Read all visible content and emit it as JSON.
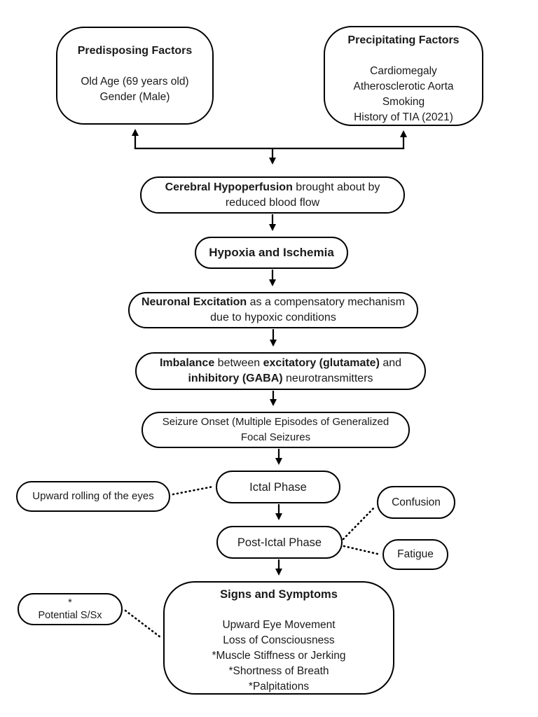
{
  "colors": {
    "background": "#ffffff",
    "line": "#000000",
    "text": "#1a1a1a"
  },
  "nodes": {
    "predisposing": {
      "title": "Predisposing Factors",
      "lines": [
        "Old Age (69 years old)",
        "Gender (Male)"
      ]
    },
    "precipitating": {
      "title": "Precipitating Factors",
      "lines": [
        "Cardiomegaly",
        "Atherosclerotic Aorta",
        "Smoking",
        "History of TIA (2021)"
      ]
    },
    "cerebral_hypoperfusion": {
      "bold": "Cerebral Hypoperfusion",
      "text": " brought about by reduced blood flow"
    },
    "hypoxia_ischemia": {
      "title": "Hypoxia and Ischemia"
    },
    "neuronal_excitation": {
      "bold": "Neuronal Excitation",
      "text": " as a compensatory mechanism due to hypoxic conditions"
    },
    "imbalance": {
      "bold1": "Imbalance",
      "text1": " between ",
      "bold2": "excitatory (glutamate)",
      "text2": " and ",
      "bold3": "inhibitory (GABA)",
      "text3": " neurotransmitters"
    },
    "seizure_onset": {
      "text": "Seizure Onset (Multiple Episodes of Generalized Focal Seizures"
    },
    "ictal_phase": {
      "text": "Ictal Phase"
    },
    "upward_rolling": {
      "text": "Upward rolling of the eyes"
    },
    "post_ictal_phase": {
      "text": "Post-Ictal Phase"
    },
    "confusion": {
      "text": "Confusion"
    },
    "fatigue": {
      "text": "Fatigue"
    },
    "potential_ssx": {
      "line1": "*",
      "line2": "Potential S/Sx"
    },
    "signs_symptoms": {
      "title": "Signs and Symptoms",
      "items": [
        "Upward Eye Movement",
        "Loss of Consciousness",
        "*Muscle Stiffness or Jerking",
        "*Shortness of Breath",
        "*Palpitations"
      ]
    }
  },
  "edges": [
    {
      "from": "junction",
      "to": "predisposing",
      "style": "arrow"
    },
    {
      "from": "junction",
      "to": "precipitating",
      "style": "arrow"
    },
    {
      "from": "junction",
      "to": "cerebral_hypoperfusion",
      "style": "arrow"
    },
    {
      "from": "cerebral_hypoperfusion",
      "to": "hypoxia_ischemia",
      "style": "arrow"
    },
    {
      "from": "hypoxia_ischemia",
      "to": "neuronal_excitation",
      "style": "arrow"
    },
    {
      "from": "neuronal_excitation",
      "to": "imbalance",
      "style": "arrow"
    },
    {
      "from": "imbalance",
      "to": "seizure_onset",
      "style": "arrow"
    },
    {
      "from": "seizure_onset",
      "to": "ictal_phase",
      "style": "arrow"
    },
    {
      "from": "ictal_phase",
      "to": "post_ictal_phase",
      "style": "arrow"
    },
    {
      "from": "post_ictal_phase",
      "to": "signs_symptoms",
      "style": "arrow"
    },
    {
      "from": "upward_rolling",
      "to": "ictal_phase",
      "style": "dotted"
    },
    {
      "from": "post_ictal_phase",
      "to": "confusion",
      "style": "dotted"
    },
    {
      "from": "post_ictal_phase",
      "to": "fatigue",
      "style": "dotted"
    },
    {
      "from": "potential_ssx",
      "to": "signs_symptoms",
      "style": "dotted"
    }
  ]
}
